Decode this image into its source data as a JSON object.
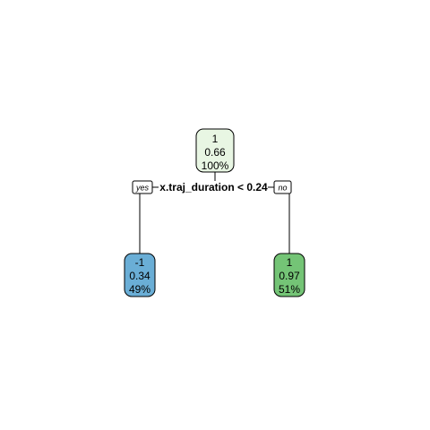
{
  "tree": {
    "root": {
      "class": "1",
      "prob": "0.66",
      "percent": "100%",
      "fill": "#e8f6e3"
    },
    "split": {
      "condition": "x.traj_duration < 0.24",
      "yes_label": "yes",
      "no_label": "no"
    },
    "left": {
      "class": "-1",
      "prob": "0.34",
      "percent": "49%",
      "fill": "#6aaed6"
    },
    "right": {
      "class": "1",
      "prob": "0.97",
      "percent": "51%",
      "fill": "#74c476"
    }
  }
}
